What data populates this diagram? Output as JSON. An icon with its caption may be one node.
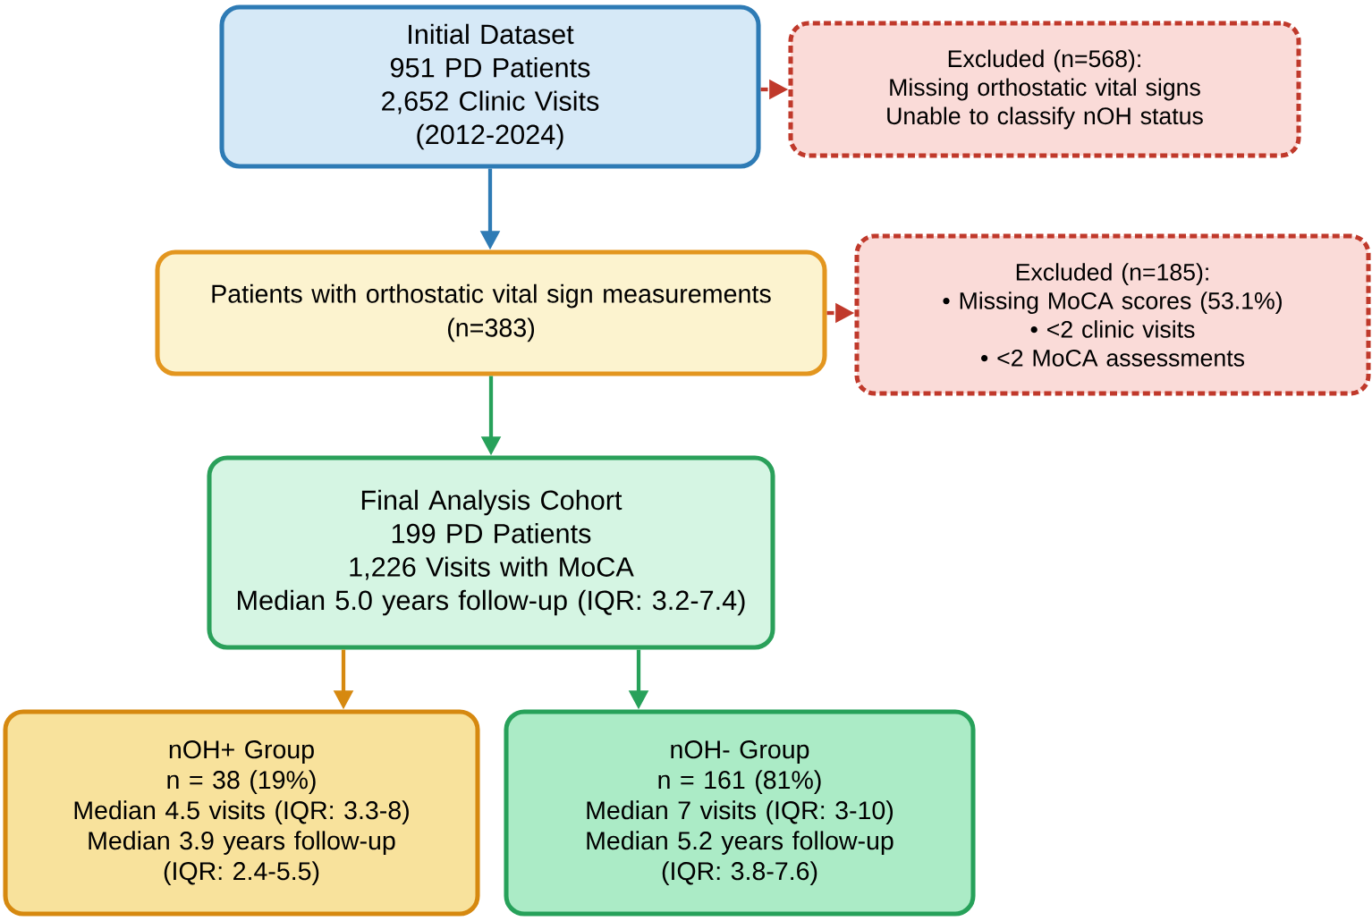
{
  "diagram": {
    "nodes": [
      {
        "text": [
          "Initial Dataset",
          "951 PD Patients",
          "2,652 Clinic Visits",
          "(2012-2024)"
        ]
      },
      {
        "text": [
          "Excluded (n=568):",
          "Missing orthostatic vital signs",
          "Unable to classify nOH status"
        ]
      },
      {
        "text": [
          "Patients with orthostatic vital sign measurements",
          "(n=383)"
        ]
      },
      {
        "text": [
          "Excluded (n=185):",
          "• Missing MoCA scores (53.1%)",
          "• <2 clinic visits",
          "• <2 MoCA assessments"
        ]
      },
      {
        "text": [
          "Final Analysis Cohort",
          "199 PD Patients",
          "1,226 Visits with MoCA",
          "Median 5.0 years follow-up (IQR: 3.2-7.4)"
        ]
      },
      {
        "text": [
          "nOH+ Group",
          "n = 38 (19%)",
          "Median 4.5 visits (IQR: 3.3-8)",
          "Median 3.9 years follow-up (IQR: 2.4-5.5)"
        ]
      },
      {
        "text": [
          "nOH- Group",
          "n = 161 (81%)",
          "Median 7 visits (IQR: 3-10)",
          "Median 5.2 years follow-up (IQR: 3.8-7.6)"
        ]
      }
    ],
    "edges": [
      {
        "from": 0,
        "to": 2,
        "arrow": "to",
        "color": "#2e7bb5"
      },
      {
        "from": 0,
        "to": 1,
        "arrow": "to",
        "style": "dashed",
        "color": "#c0392b"
      },
      {
        "from": 2,
        "to": 4,
        "arrow": "to",
        "color": "#27a15a"
      },
      {
        "from": 2,
        "to": 3,
        "arrow": "to",
        "style": "dashed",
        "color": "#c0392b"
      },
      {
        "from": 4,
        "to": 5,
        "arrow": "to",
        "color": "#d68910"
      },
      {
        "from": 4,
        "to": 6,
        "arrow": "to",
        "color": "#27a15a"
      }
    ]
  }
}
